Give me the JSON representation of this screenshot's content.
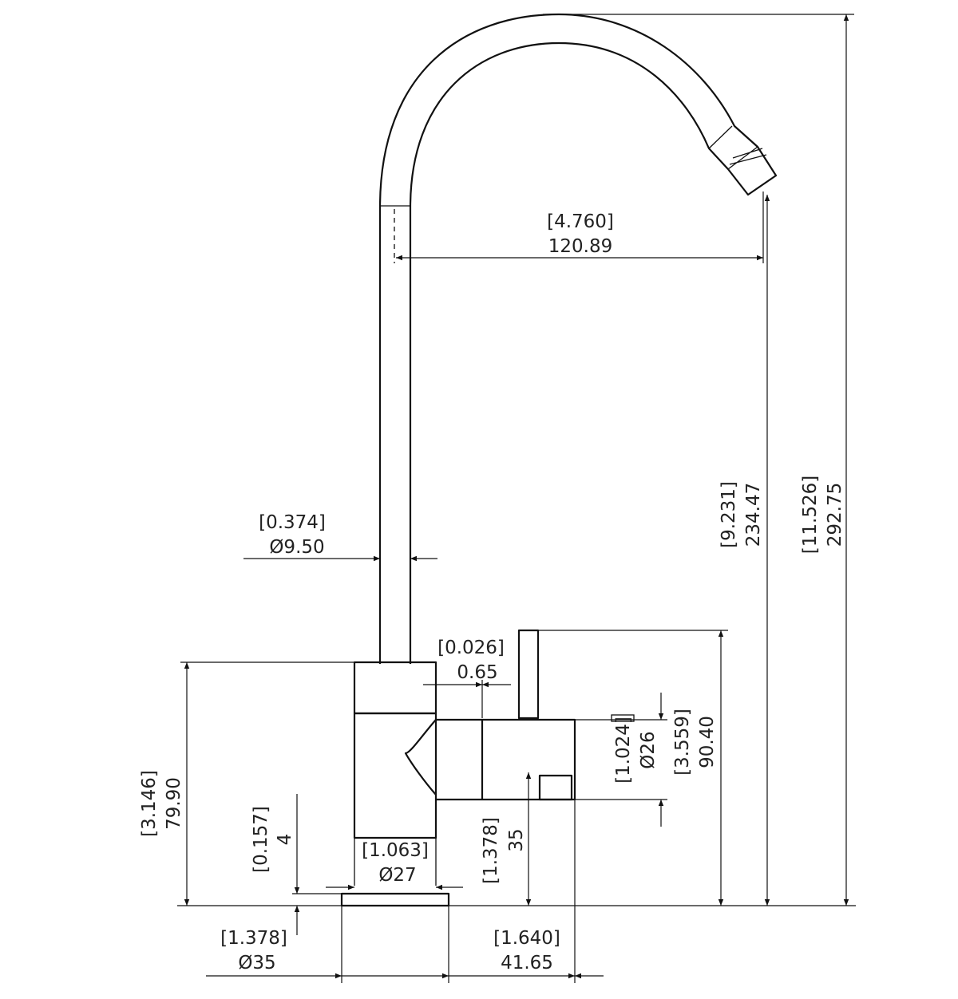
{
  "dimensions": {
    "reach": {
      "inch": "[4.760]",
      "mm": "120.89"
    },
    "tube_diameter": {
      "inch": "[0.374]",
      "mm": "Ø9.50"
    },
    "spout_height": {
      "inch": "[9.231]",
      "mm": "234.47"
    },
    "overall_height": {
      "inch": "[11.526]",
      "mm": "292.75"
    },
    "lever_gap": {
      "inch": "[0.026]",
      "mm": "0.65"
    },
    "handle_diameter": {
      "inch": "[1.024]",
      "mm": "Ø26"
    },
    "lever_height": {
      "inch": "[3.559]",
      "mm": "90.40"
    },
    "body_height": {
      "inch": "[3.146]",
      "mm": "79.90"
    },
    "base_thickness": {
      "inch": "[0.157]",
      "mm": "4"
    },
    "shank_diameter": {
      "inch": "[1.063]",
      "mm": "Ø27"
    },
    "handle_axis": {
      "inch": "[1.378]",
      "mm": "35"
    },
    "base_diameter": {
      "inch": "[1.378]",
      "mm": "Ø35"
    },
    "handle_offset": {
      "inch": "[1.640]",
      "mm": "41.65"
    }
  }
}
